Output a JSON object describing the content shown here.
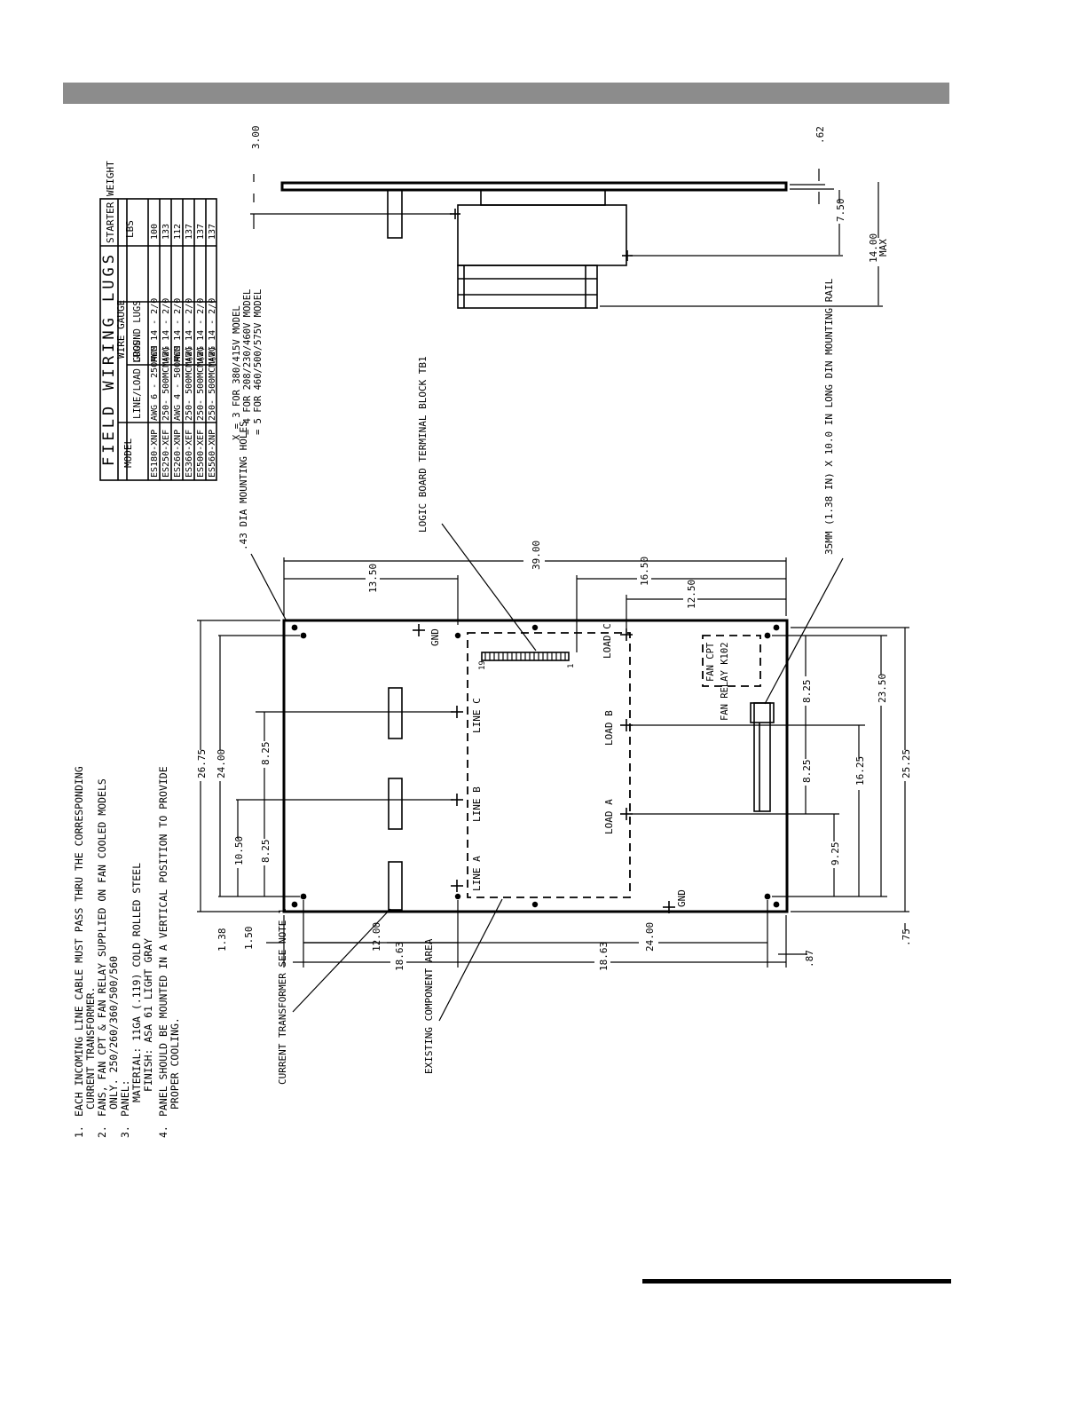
{
  "notes": [
    {
      "num": "1.",
      "lines": [
        "EACH INCOMING LINE CABLE MUST PASS THRU THE CORRESPONDING",
        "CURRENT TRANSFORMER."
      ]
    },
    {
      "num": "2.",
      "lines": [
        "FANS, FAN CPT & FAN RELAY SUPPLIED ON FAN COOLED MODELS",
        "ONLY. 250/260/360/500/560"
      ]
    },
    {
      "num": "3.",
      "lines": [
        "PANEL:",
        "MATERIAL: 11GA (.119) COLD ROLLED STEEL",
        "FINISH: ASA 61 LIGHT GRAY"
      ]
    },
    {
      "num": "4.",
      "lines": [
        "PANEL SHOULD BE MOUNTED IN A VERTICAL POSITION TO PROVIDE",
        "PROPER COOLING."
      ]
    }
  ],
  "table": {
    "title": "FIELD WIRING LUGS",
    "headers": {
      "model": "MODEL",
      "wire_gauge": "WIRE GAUGE",
      "line_load": "LINE/LOAD LUGS",
      "ground": "GROUND LUGS",
      "weight": "STARTER WEIGHT",
      "weight_unit": "LBS"
    },
    "rows": [
      {
        "model": "ES180-XNP",
        "line_load": "AWG 6 - 250MCM",
        "ground": "AWG 14 - 2/0",
        "weight": "100"
      },
      {
        "model": "ES250-XEF",
        "line_load": "250- 500MCM(2)",
        "ground": "AWG 14 - 2/0",
        "weight": "133"
      },
      {
        "model": "ES260-XNP",
        "line_load": "AWG 4 - 500MCM",
        "ground": "AWG 14 - 2/0",
        "weight": "112"
      },
      {
        "model": "ES360-XEF",
        "line_load": "250- 500MCM(2)",
        "ground": "AWG 14 - 2/0",
        "weight": "137"
      },
      {
        "model": "ES500-XEF",
        "line_load": "250- 500MCM(2)",
        "ground": "AWG 14 - 2/0",
        "weight": "137"
      },
      {
        "model": "ES560-XNP",
        "line_load": "250- 500MCM(2)",
        "ground": "AWG 14 - 2/0",
        "weight": "137"
      }
    ]
  },
  "x_notes": [
    "X = 3 FOR 380/415V MODEL",
    "= 4 FOR 208/230/460V MODEL",
    "= 5 FOR 460/500/575V MODEL"
  ],
  "callouts": {
    "mounting_holes": ".43 DIA MOUNTING HOLES",
    "logic_board": "LOGIC BOARD TERMINAL BLOCK TB1",
    "din_rail": "35MM (1.38 IN) X 10.0 IN LONG DIN MOUNTING RAIL",
    "current_transformer": "CURRENT TRANSFORMER SEE NOTE 1",
    "existing_area": "EXISTING COMPONENT AREA",
    "fan_cpt": "FAN CPT",
    "fan_relay": "FAN RELAY K102",
    "gnd": "GND",
    "line_a": "LINE A",
    "line_b": "LINE B",
    "line_c": "LINE C",
    "load_a": "LOAD A",
    "load_b": "LOAD B",
    "load_c": "LOAD C",
    "tb_pin_19": "19",
    "tb_pin_1": "1"
  },
  "dimensions": {
    "overall_39": "39.00",
    "d13_50": "13.50",
    "d16_50": "16.50",
    "d12_50": "12.50",
    "d26_75": "26.75",
    "d24_00_left": "24.00",
    "d8_25_a": "8.25",
    "d10_50": "10.50",
    "d8_25_b": "8.25",
    "d1_38": "1.38",
    "d1_50": "1.50",
    "d12_00": "12.00",
    "d18_63_a": "18.63",
    "d18_63_b": "18.63",
    "d24_00_bottom": "24.00",
    "d_87": ".87",
    "d8_25_c": "8.25",
    "d8_25_d": "8.25",
    "d9_25": "9.25",
    "d16_25": "16.25",
    "d23_50": "23.50",
    "d25_25": "25.25",
    "d_75": ".75",
    "side_3_00": "3.00",
    "side_62": ".62",
    "side_7_50": "7.50",
    "side_14_00": "14.00",
    "side_max": "MAX"
  }
}
